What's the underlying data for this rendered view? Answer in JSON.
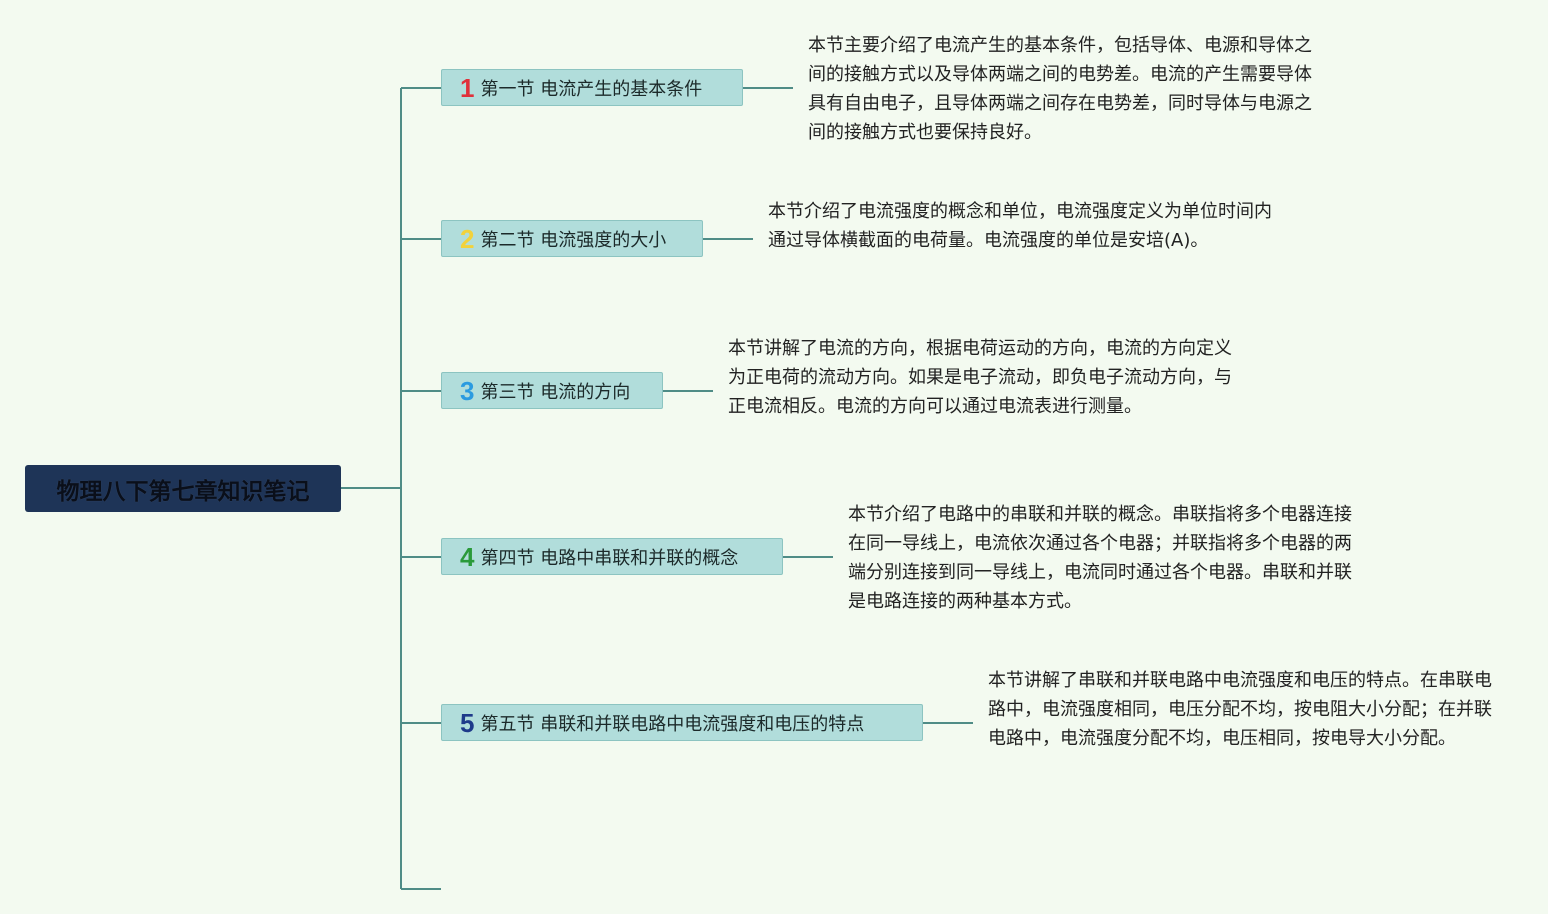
{
  "root": {
    "title": "物理八下第七章知识笔记"
  },
  "sections": [
    {
      "number": "1",
      "number_color": "#e0303a",
      "title": "第一节 电流产生的基本条件",
      "description": "本节主要介绍了电流产生的基本条件，包括导体、电源和导体之间的接触方式以及导体两端之间的电势差。电流的产生需要导体具有自由电子，且导体两端之间存在电势差，同时导体与电源之间的接触方式也要保持良好。"
    },
    {
      "number": "2",
      "number_color": "#f2d23c",
      "title": "第二节 电流强度的大小",
      "description": "本节介绍了电流强度的概念和单位，电流强度定义为单位时间内通过导体横截面的电荷量。电流强度的单位是安培(A)。"
    },
    {
      "number": "3",
      "number_color": "#2b9be0",
      "title": "第三节 电流的方向",
      "description": "本节讲解了电流的方向，根据电荷运动的方向，电流的方向定义为正电荷的流动方向。如果是电子流动，即负电子流动方向，与正电流相反。电流的方向可以通过电流表进行测量。"
    },
    {
      "number": "4",
      "number_color": "#2a9a3a",
      "title": "第四节 电路中串联和并联的概念",
      "description": "本节介绍了电路中的串联和并联的概念。串联指将多个电器连接在同一导线上，电流依次通过各个电器；并联指将多个电器的两端分别连接到同一导线上，电流同时通过各个电器。串联和并联是电路连接的两种基本方式。"
    },
    {
      "number": "5",
      "number_color": "#1e3a8a",
      "title": "第五节 串联和并联电路中电流强度和电压的特点",
      "description": "本节讲解了串联和并联电路中电流强度和电压的特点。在串联电路中，电流强度相同，电压分配不均，按电阻大小分配；在并联电路中，电流强度分配不均，电压相同，按电导大小分配。"
    }
  ]
}
